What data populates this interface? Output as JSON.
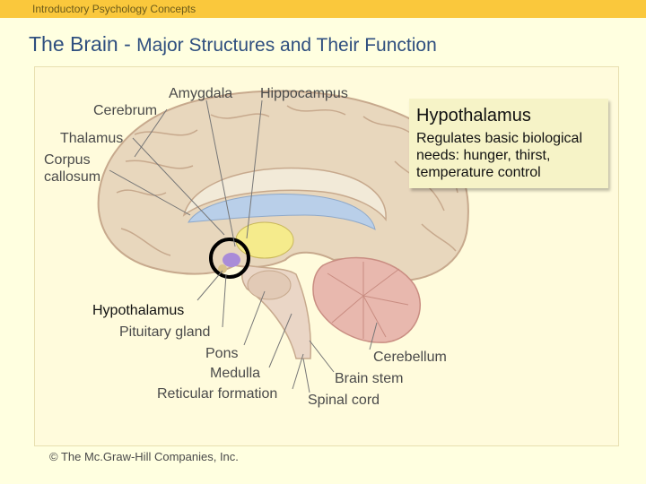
{
  "header": {
    "course": "Introductory Psychology Concepts"
  },
  "slide": {
    "title_main": "The Brain - ",
    "title_sub": "Major Structures and Their Function"
  },
  "labels": {
    "amygdala": "Amygdala",
    "hippocampus": "Hippocampus",
    "cerebrum": "Cerebrum",
    "thalamus": "Thalamus",
    "corpus_callosum_1": "Corpus",
    "corpus_callosum_2": "callosum",
    "hypothalamus": "Hypothalamus",
    "pituitary": "Pituitary gland",
    "pons": "Pons",
    "medulla": "Medulla",
    "reticular": "Reticular formation",
    "cerebellum": "Cerebellum",
    "brain_stem": "Brain stem",
    "spinal_cord": "Spinal cord"
  },
  "callout": {
    "title": "Hypothalamus",
    "description": "Regulates basic biological needs: hunger, thirst, temperature control"
  },
  "copyright": "© The Mc.Graw-Hill Companies, Inc.",
  "colors": {
    "topbar": "#fac83c",
    "title": "#2f4f7f",
    "cortex": "#e8d7bd",
    "cerebellum": "#e8b8ae",
    "thalamus": "#f5eb8c",
    "ventricle": "#b9cfe9",
    "hypothalamus_dot": "#a98bd8"
  },
  "icons": [
    "highlight-circle"
  ]
}
